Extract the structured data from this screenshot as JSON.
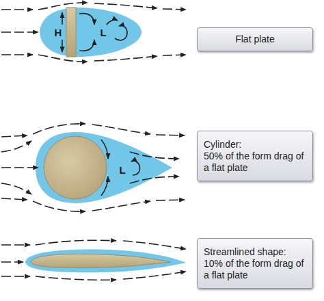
{
  "diagram": {
    "nodes": [
      {
        "text": [
          "Flat plate"
        ]
      },
      {
        "text": [
          "Cylinder:",
          "50% of the form drag of a flat plate"
        ]
      },
      {
        "text": [
          "Streamlined shape:",
          "10% of the form drag of a flat plate"
        ]
      }
    ],
    "labels": [
      "H",
      "L",
      "L"
    ]
  }
}
